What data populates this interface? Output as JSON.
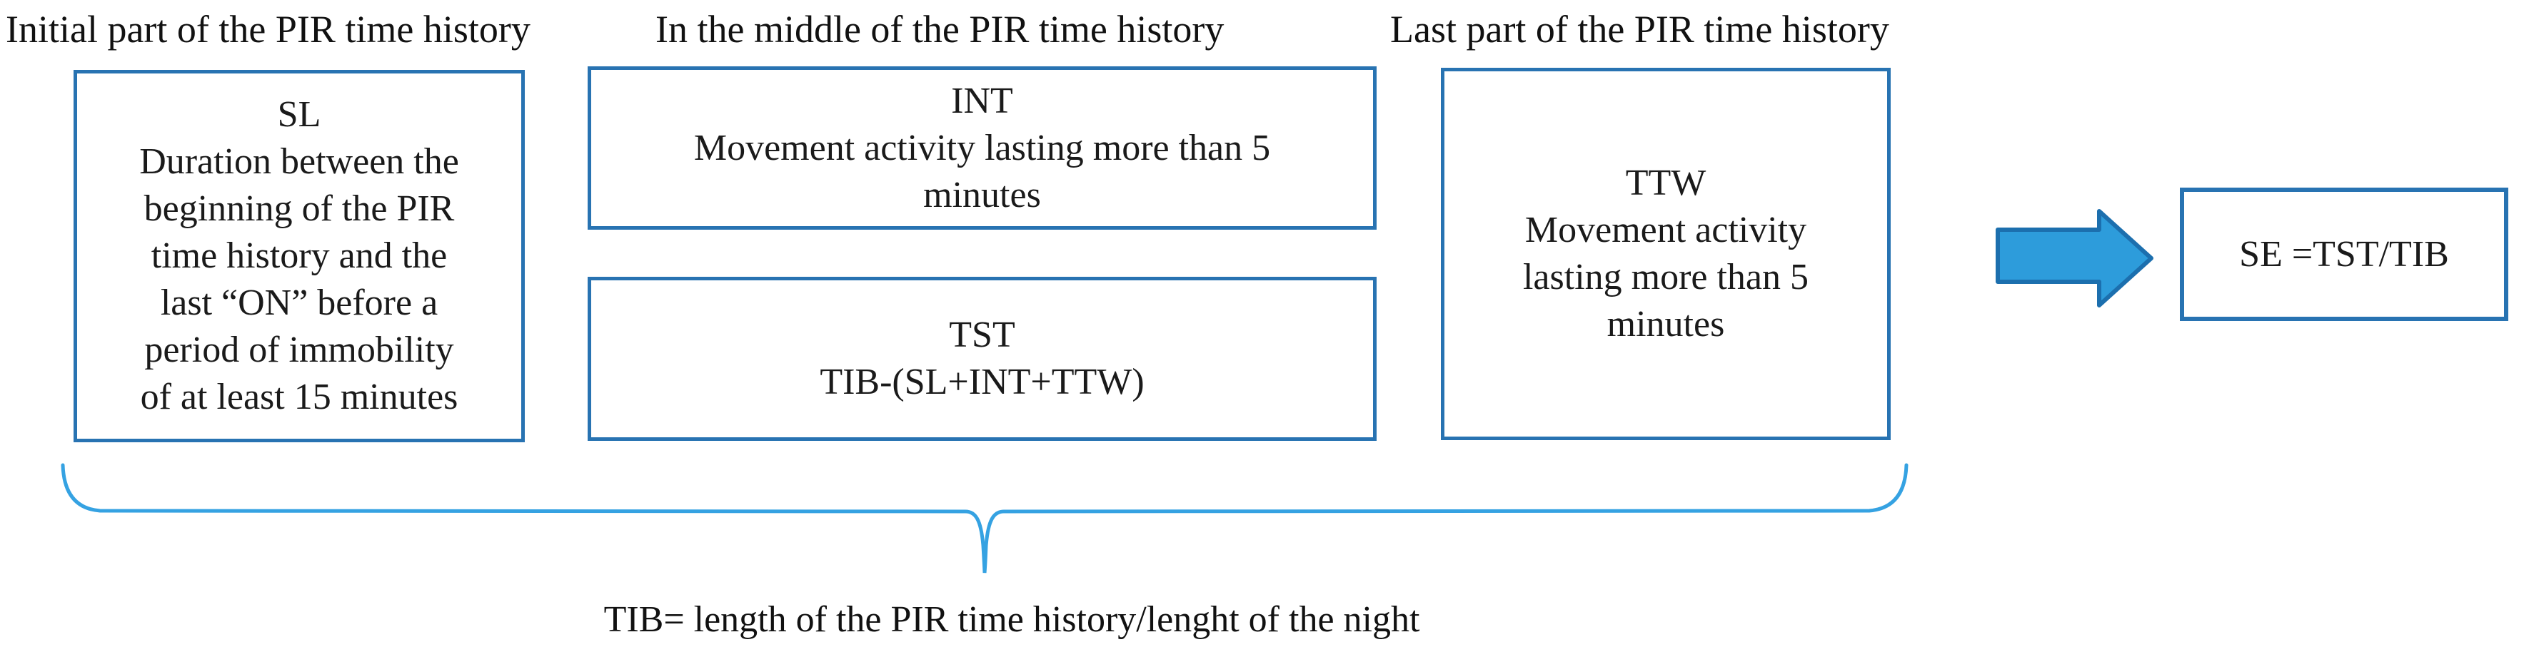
{
  "figure": {
    "description": "Sleep parameter extraction diagram from a PIR time history"
  },
  "headers": {
    "initial": "Initial part of the PIR time history",
    "middle": "In the middle of the PIR time history",
    "last": "Last part of the PIR time history"
  },
  "boxes": {
    "sl": {
      "lines": [
        "SL",
        "Duration between the",
        "beginning of the PIR",
        "time history and the",
        "last “ON” before a",
        "period of immobility",
        "of at least 15 minutes"
      ]
    },
    "int": {
      "lines": [
        "INT",
        "Movement activity lasting more than 5",
        "minutes"
      ]
    },
    "tst": {
      "lines": [
        "TST",
        "TIB-(SL+INT+TTW)"
      ]
    },
    "ttw": {
      "lines": [
        "TTW",
        "Movement activity",
        "lasting more than 5",
        "minutes"
      ]
    },
    "se": {
      "label": "SE =TST/TIB"
    }
  },
  "footnote": {
    "tib": "TIB= length of the PIR time history/lenght of the night"
  },
  "colors": {
    "box_border": "#2873b2",
    "arrow_fill": "#2d9cdb",
    "arrow_outline": "#1c6fae",
    "brace": "#35a2e2",
    "text": "#1a1a1a",
    "background": "#ffffff"
  }
}
